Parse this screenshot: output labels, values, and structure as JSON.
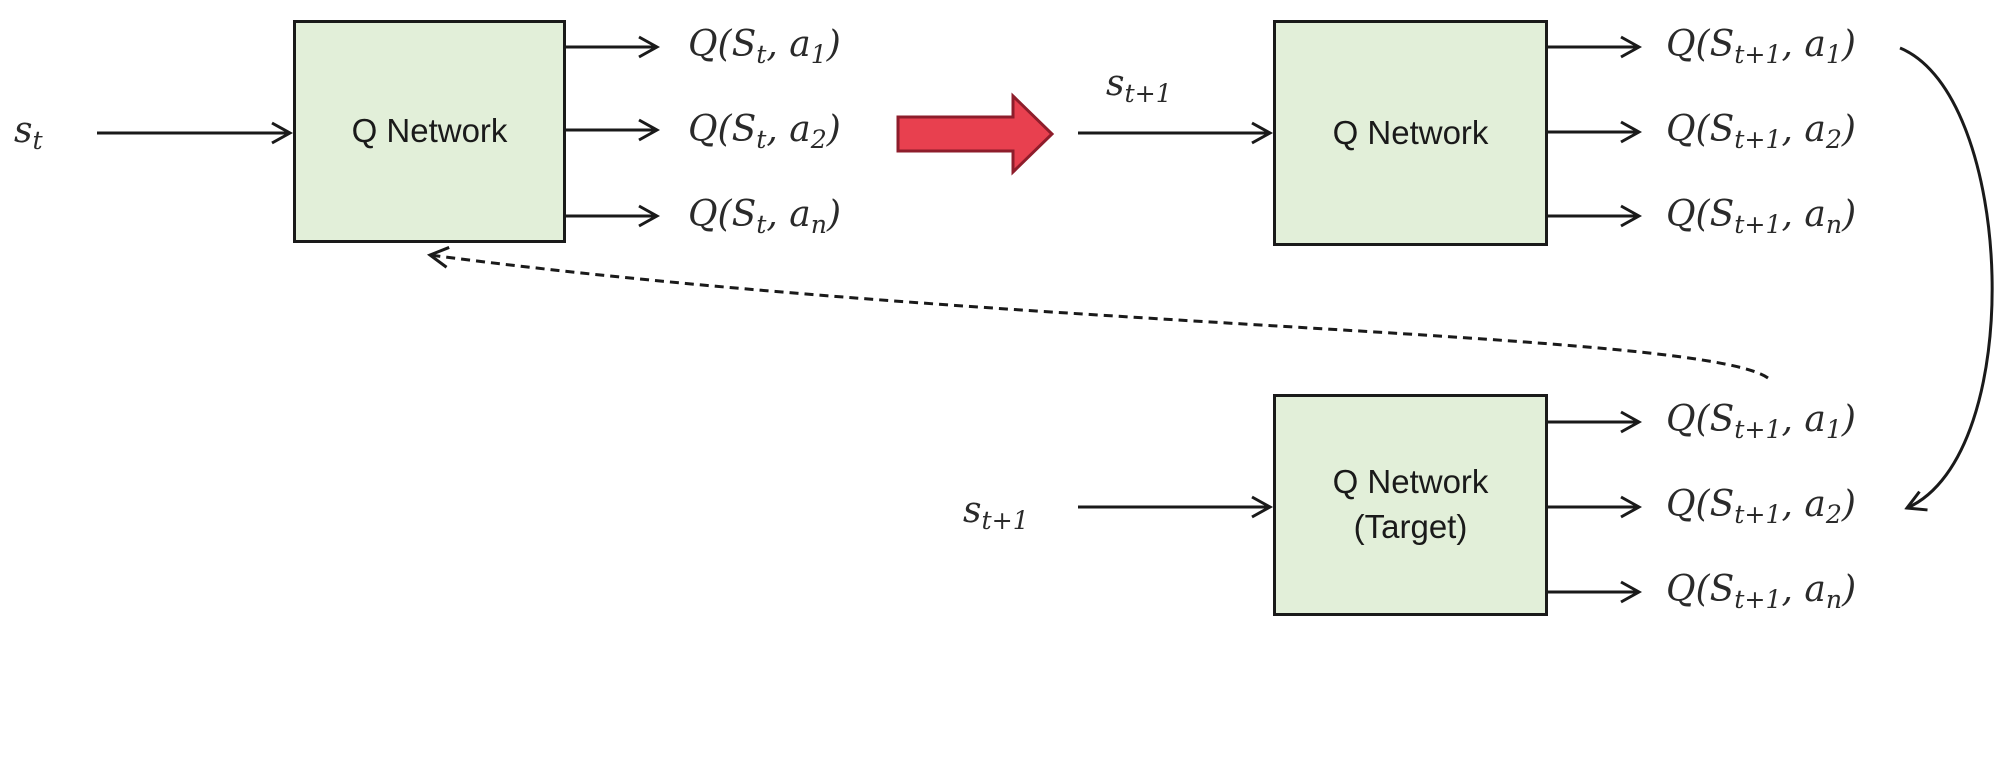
{
  "nodes": {
    "q_network_current": {
      "label": "Q Network"
    },
    "q_network_next": {
      "label": "Q Network"
    },
    "q_network_target": {
      "label_line1": "Q Network",
      "label_line2": "(Target)"
    }
  },
  "inputs": {
    "s_t": {
      "base": "s",
      "sub": "t"
    },
    "s_t1_top": {
      "base": "s",
      "sub": "t+1"
    },
    "s_t1_bottom": {
      "base": "s",
      "sub": "t+1"
    }
  },
  "outputs": {
    "current": [
      {
        "fn": "Q(",
        "state": "S",
        "state_sub": "t",
        "sep": ", ",
        "action": "a",
        "action_sub": "1",
        "close": ")"
      },
      {
        "fn": "Q(",
        "state": "S",
        "state_sub": "t",
        "sep": ", ",
        "action": "a",
        "action_sub": "2",
        "close": ")"
      },
      {
        "fn": "Q(",
        "state": "S",
        "state_sub": "t",
        "sep": ", ",
        "action": "a",
        "action_sub": "n",
        "close": ")"
      }
    ],
    "next": [
      {
        "fn": "Q(",
        "state": "S",
        "state_sub": "t+1",
        "sep": ", ",
        "action": "a",
        "action_sub": "1",
        "close": ")"
      },
      {
        "fn": "Q(",
        "state": "S",
        "state_sub": "t+1",
        "sep": ", ",
        "action": "a",
        "action_sub": "2",
        "close": ")"
      },
      {
        "fn": "Q(",
        "state": "S",
        "state_sub": "t+1",
        "sep": ", ",
        "action": "a",
        "action_sub": "n",
        "close": ")"
      }
    ],
    "target": [
      {
        "fn": "Q(",
        "state": "S",
        "state_sub": "t+1",
        "sep": ", ",
        "action": "a",
        "action_sub": "1",
        "close": ")"
      },
      {
        "fn": "Q(",
        "state": "S",
        "state_sub": "t+1",
        "sep": ", ",
        "action": "a",
        "action_sub": "2",
        "close": ")"
      },
      {
        "fn": "Q(",
        "state": "S",
        "state_sub": "t+1",
        "sep": ", ",
        "action": "a",
        "action_sub": "n",
        "close": ")"
      }
    ]
  },
  "colors": {
    "box_fill": "#e2efd9",
    "stroke": "#1a1a1a",
    "block_arrow_fill": "#e8404f",
    "block_arrow_stroke": "#8e1d2b"
  }
}
